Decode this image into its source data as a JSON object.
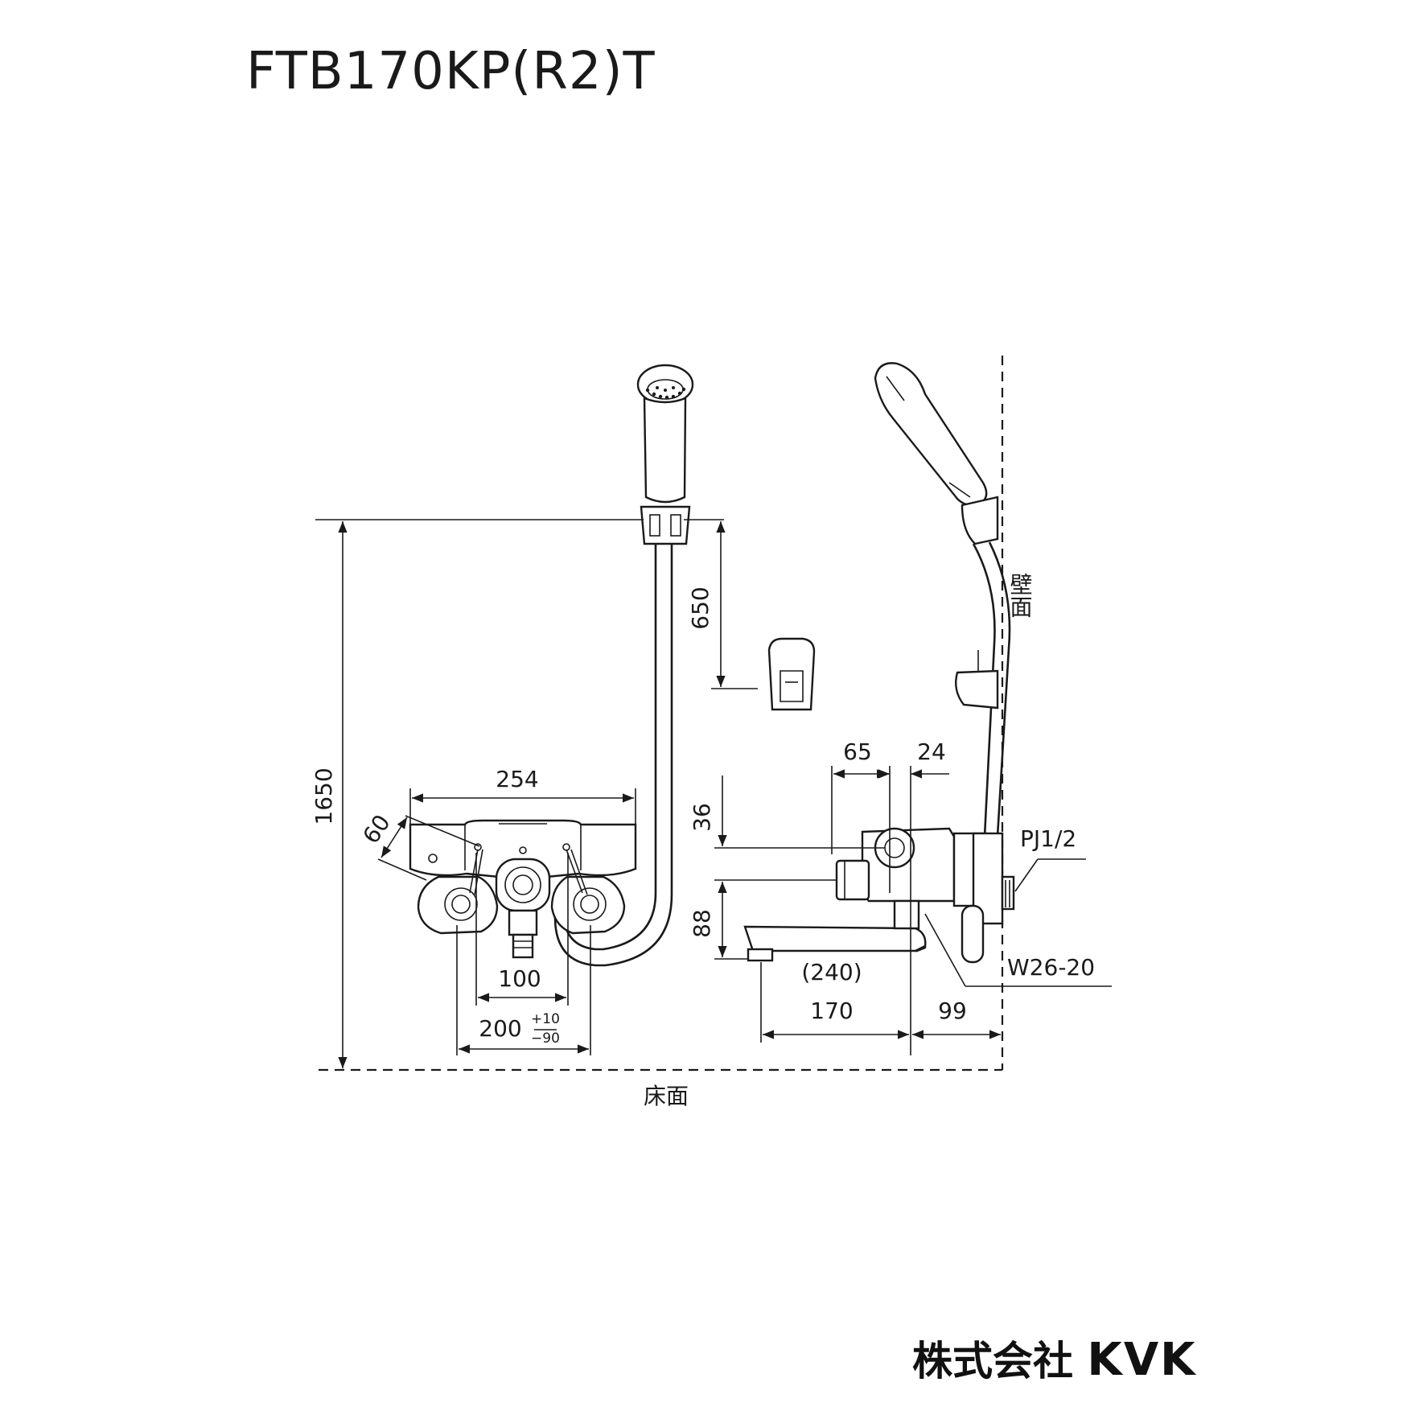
{
  "title": "FTB170KP(R2)T",
  "company": {
    "name": "株式会社",
    "brand": "KVK"
  },
  "labels": {
    "wall": "壁面",
    "floor": "床面",
    "inlet": "PJ1/2",
    "outlet": "W26-20"
  },
  "dimensions": {
    "d1650": "1650",
    "d650": "650",
    "d254": "254",
    "d60": "60",
    "d100": "100",
    "d200": "200",
    "tol_plus": "+10",
    "tol_minus": "−90",
    "d65": "65",
    "d24": "24",
    "d36": "36",
    "d88": "88",
    "d240": "(240)",
    "d170": "170",
    "d99": "99"
  },
  "colors": {
    "line": "#1a1a1a",
    "background": "#ffffff"
  }
}
